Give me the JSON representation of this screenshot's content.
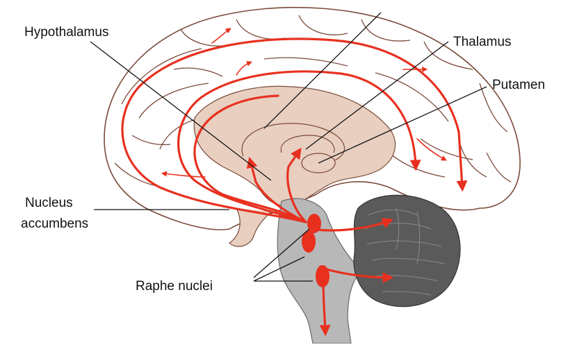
{
  "labels": {
    "hypothalamus": "Hypothalamus",
    "thalamus": "Thalamus",
    "putamen": "Putamen",
    "nucleus_accumbens_line1": "Nucleus",
    "nucleus_accumbens_line2": "accumbens",
    "raphe_nuclei": "Raphe nuclei"
  },
  "colors": {
    "pathway": "#e8301f",
    "cortex_fill": "#ffffff",
    "cortex_outline": "#7a4a3a",
    "diencephalon_fill": "#e8cfc0",
    "brainstem_fill": "#b8b8b8",
    "cerebellum_fill": "#5a5a5a",
    "leader_line": "#111111"
  }
}
